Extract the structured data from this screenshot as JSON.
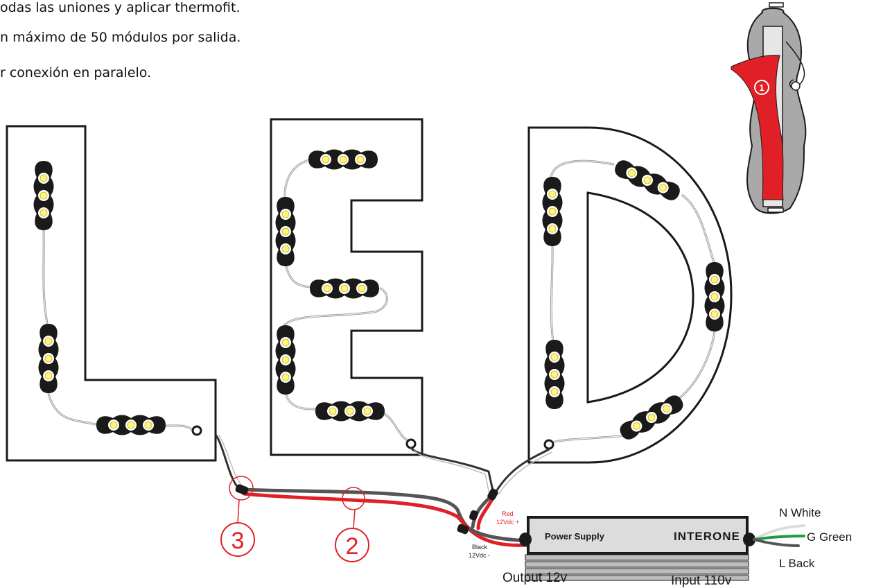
{
  "notes": [
    "odas las uniones y aplicar thermofit.",
    "n máximo de 50 módulos por salida.",
    "r conexión en paralelo."
  ],
  "callouts": {
    "one": "1",
    "two": "2",
    "three": "3"
  },
  "power_supply": {
    "label": "Power Supply",
    "brand": "INTERONE",
    "output_label": "Output 12v",
    "input_label": "Input 110v"
  },
  "dc_wires": {
    "red_label": "Red",
    "red_voltage": "12Vdc +",
    "black_label": "Black",
    "black_voltage": "12Vdc -"
  },
  "ac_wires": {
    "neutral": "N White",
    "ground": "G Green",
    "line": "L Back"
  },
  "colors": {
    "outline": "#1a1a1a",
    "accent_red": "#e01f26",
    "wire_gray": "#555555",
    "wire_light": "#bdbdbd",
    "led_yellow": "#fff48a",
    "ground_green": "#1f9a4a",
    "supply_gray": "#dcdcdc"
  },
  "icons": [
    "led-module-icon",
    "wire-connector-icon",
    "screw-hole-icon"
  ]
}
